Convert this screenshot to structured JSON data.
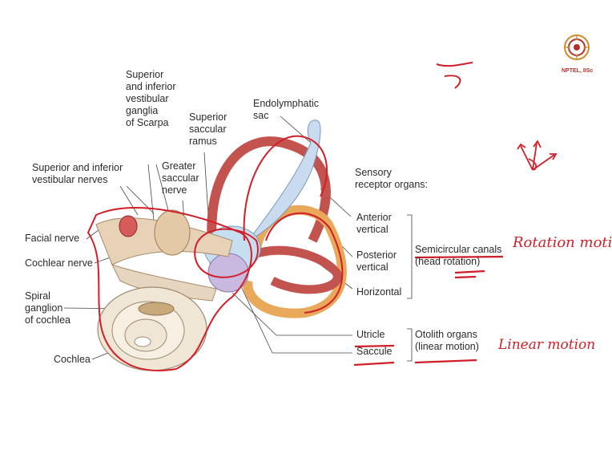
{
  "labels": {
    "scarpa": "Superior\nand inferior\nvestibular\nganglia\nof Scarpa",
    "sup_saccular": "Superior\nsaccular\nramus",
    "endolymphatic": "Endolymphatic\nsac",
    "vest_nerves": "Superior and inferior\nvestibular nerves",
    "greater_saccular": "Greater\nsaccular\nnerve",
    "sensory": "Sensory\nreceptor organs:",
    "facial": "Facial nerve",
    "cochlear_nerve": "Cochlear nerve",
    "spiral": "Spiral\nganglion\nof cochlea",
    "cochlea": "Cochlea",
    "ant_vertical": "Anterior\nvertical",
    "post_vertical": "Posterior\nvertical",
    "horizontal": "Horizontal",
    "semicircular": "Semicircular canals\n(head rotation)",
    "utricle": "Utricle",
    "saccule": "Saccule",
    "otolith": "Otolith organs\n(linear motion)"
  },
  "annotations": {
    "rotation": "Rotation motion",
    "linear": "Linear motion"
  },
  "logo": {
    "text": "NPTEL, IISc"
  },
  "colors": {
    "annotation_red": "#d11f2a",
    "canal_red": "#c2534f",
    "canal_orange": "#e8a95a",
    "blue_organ": "#c6dff0",
    "purple_organ": "#c9b8e0"
  }
}
